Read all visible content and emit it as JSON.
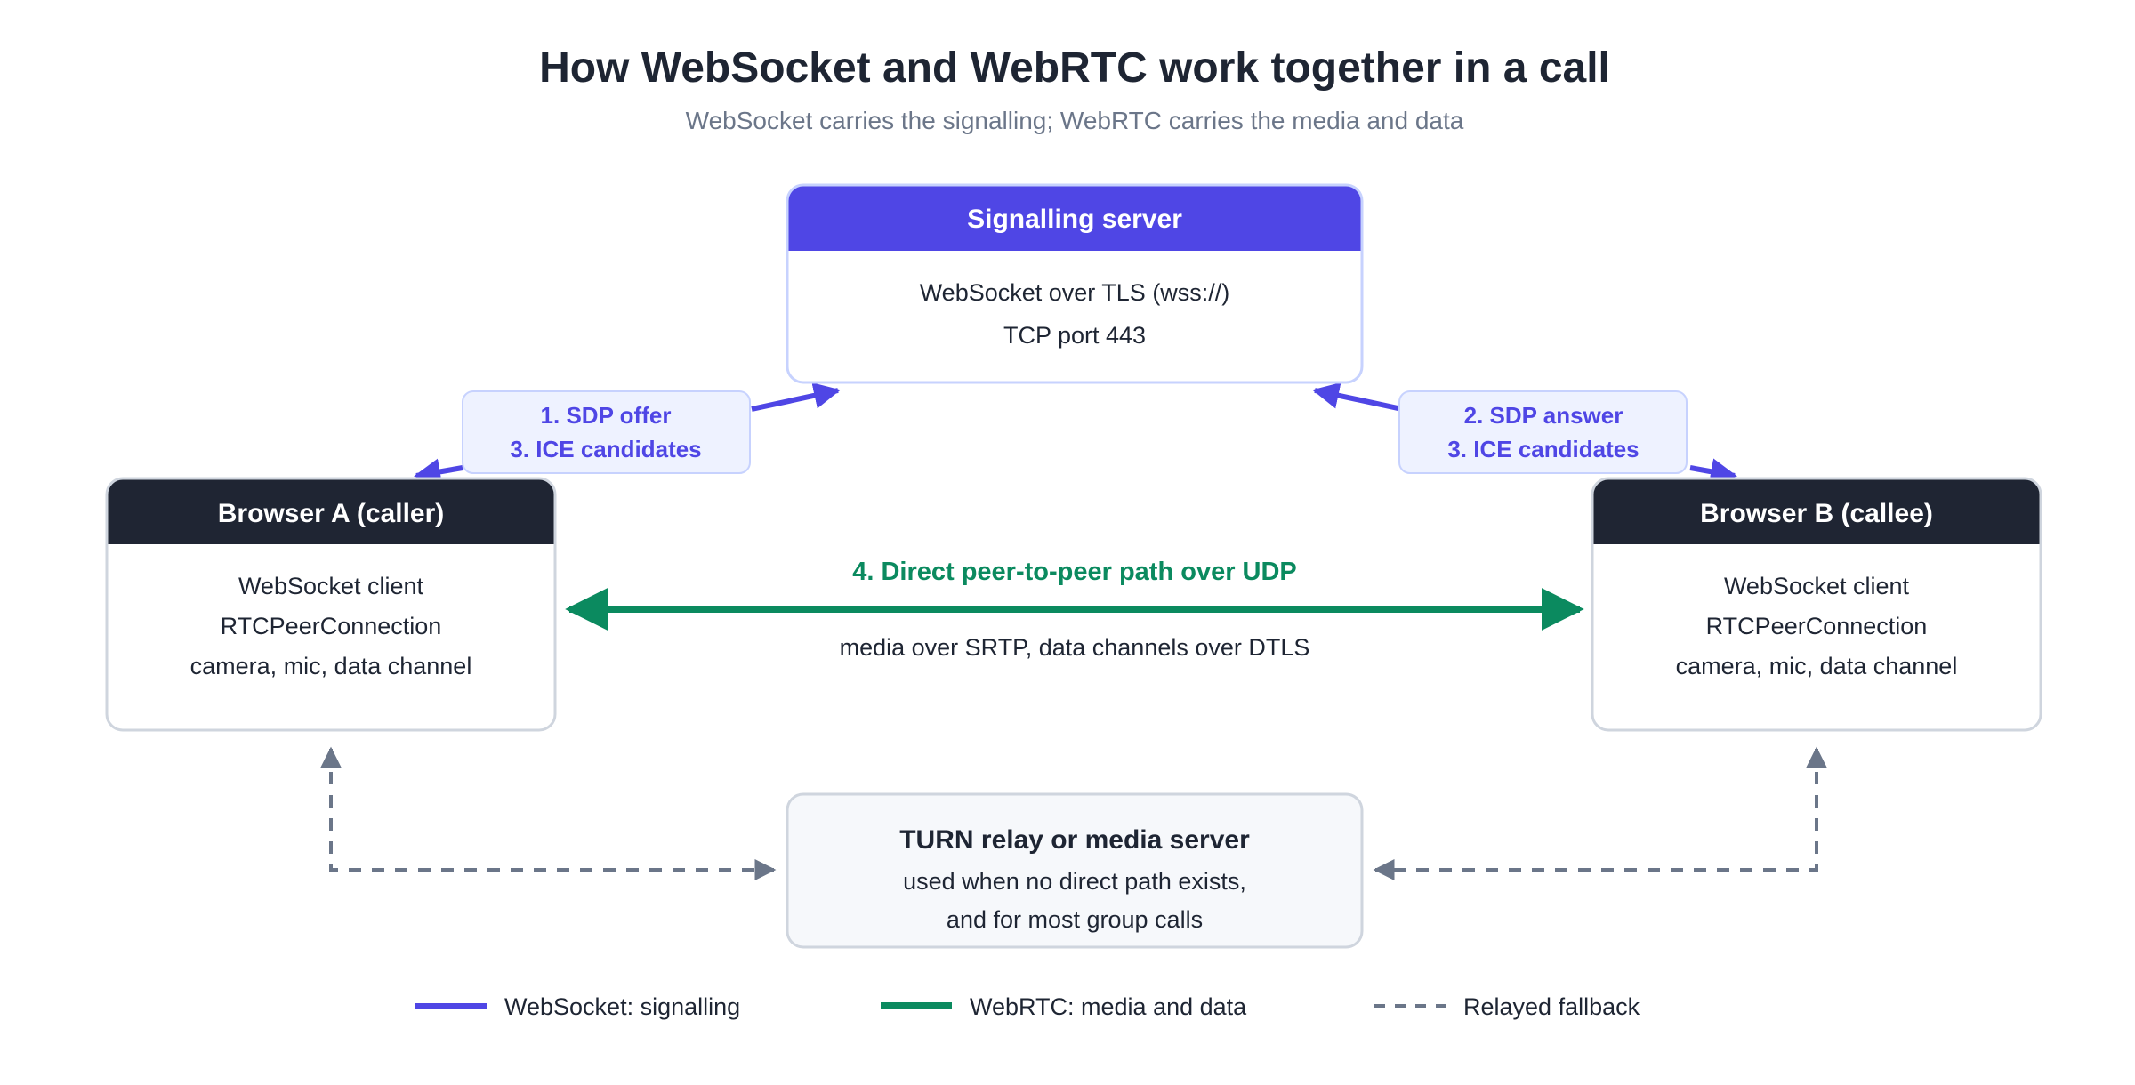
{
  "title": "How WebSocket and WebRTC work together in a call",
  "subtitle": "WebSocket carries the signalling; WebRTC carries the media and data",
  "colors": {
    "websocket": "#4f46e5",
    "webrtc": "#0b8a5f",
    "relay": "#6b7689",
    "browser_header": "#1f2533",
    "label_fill": "#eef2ff"
  },
  "nodes": {
    "signalling": {
      "title": "Signalling server",
      "lines": [
        "WebSocket over TLS (wss://)",
        "TCP port 443"
      ]
    },
    "browser_a": {
      "title": "Browser A (caller)",
      "lines": [
        "WebSocket client",
        "RTCPeerConnection",
        "camera, mic, data channel"
      ]
    },
    "browser_b": {
      "title": "Browser B (callee)",
      "lines": [
        "WebSocket client",
        "RTCPeerConnection",
        "camera, mic, data channel"
      ]
    },
    "turn": {
      "title": "TURN relay or media server",
      "lines": [
        "used when no direct path exists,",
        "and for most group calls"
      ]
    }
  },
  "edges": {
    "signal_a": {
      "lines": [
        "1. SDP offer",
        "3. ICE candidates"
      ]
    },
    "signal_b": {
      "lines": [
        "2. SDP answer",
        "3. ICE candidates"
      ]
    },
    "p2p": {
      "label": "4. Direct peer-to-peer path over UDP",
      "sublabel": "media over SRTP, data channels over DTLS"
    }
  },
  "legend": [
    {
      "label": "WebSocket: signalling",
      "style": "websocket"
    },
    {
      "label": "WebRTC: media and data",
      "style": "webrtc"
    },
    {
      "label": "Relayed fallback",
      "style": "relay"
    }
  ]
}
